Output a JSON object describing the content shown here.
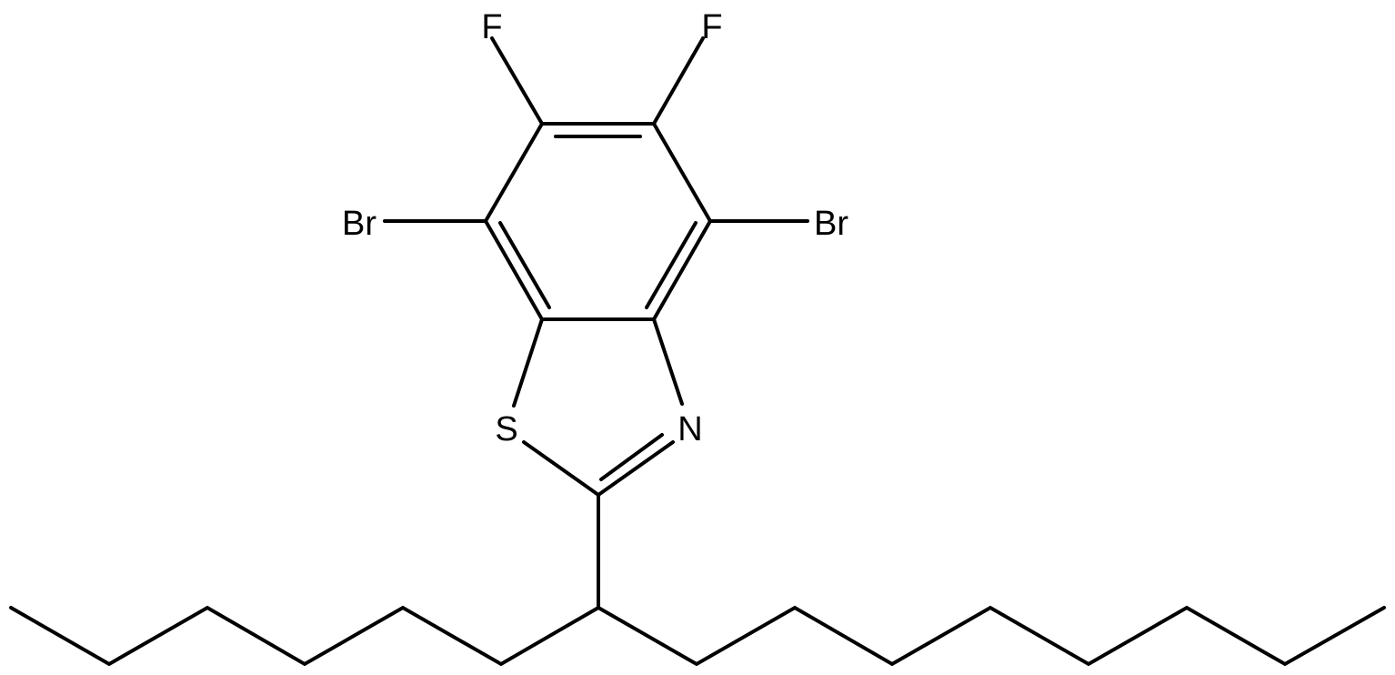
{
  "diagram": {
    "type": "chemical-structure",
    "atoms": {
      "f_left": "F",
      "f_right": "F",
      "br_left": "Br",
      "br_right": "Br",
      "s": "S",
      "n": "N"
    },
    "colors": {
      "bond": "#000000",
      "label": "#000000",
      "background": "#ffffff"
    }
  }
}
